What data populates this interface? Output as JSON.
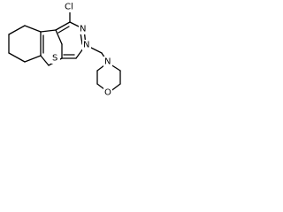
{
  "molecule": {
    "atoms": {
      "chlorine": "Cl",
      "pyrimidine_n_upper": "N",
      "pyrimidine_n_lower": "N",
      "sulfur": "S",
      "morpholine_n": "N",
      "morpholine_o": "O"
    }
  },
  "colors": {
    "bond": "#000000",
    "label": "#000000",
    "background": "#ffffff"
  }
}
